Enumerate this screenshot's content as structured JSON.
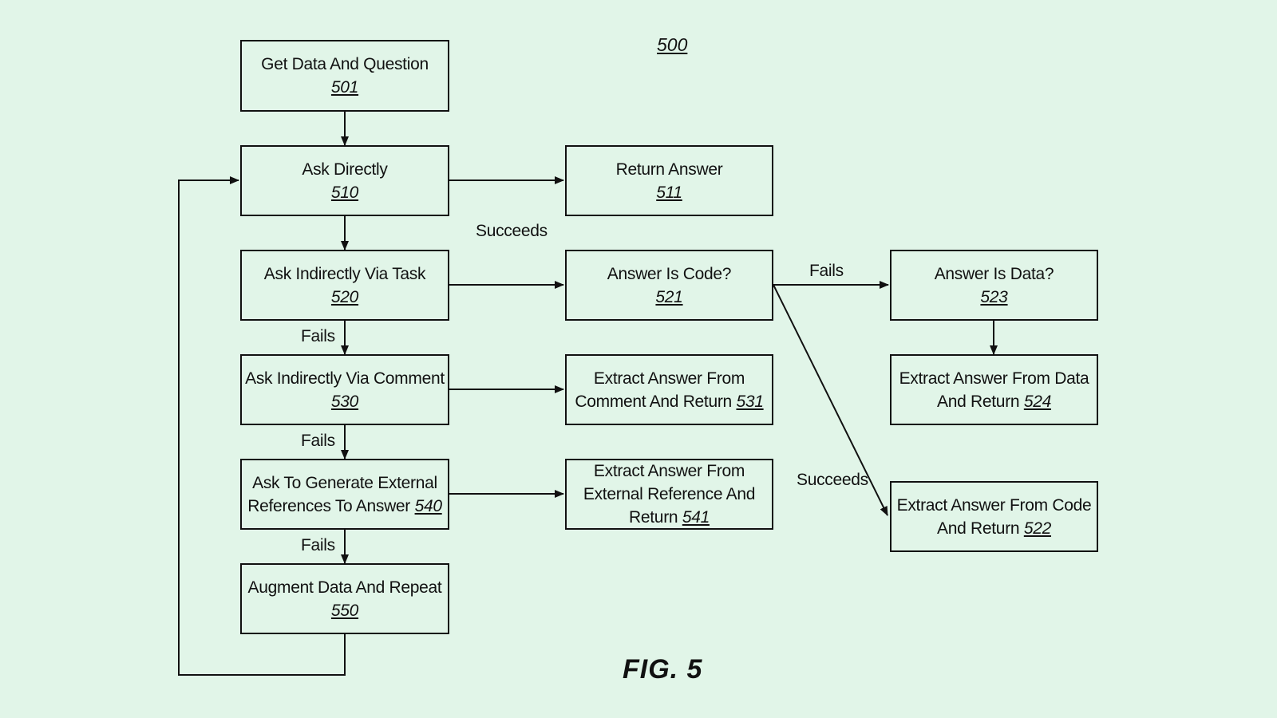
{
  "figure": {
    "number": "500",
    "caption": "FIG. 5"
  },
  "boxes": {
    "b501": {
      "line1": "Get Data And Question",
      "ref": "501"
    },
    "b510": {
      "line1": "Ask Directly",
      "ref": "510"
    },
    "b511": {
      "line1": "Return Answer",
      "ref": "511"
    },
    "b520": {
      "line1": "Ask Indirectly Via Task",
      "ref": "520"
    },
    "b521": {
      "line1": "Answer Is Code?",
      "ref": "521"
    },
    "b523": {
      "line1": "Answer Is Data?",
      "ref": "523"
    },
    "b530": {
      "line1": "Ask Indirectly Via Comment",
      "ref": "530"
    },
    "b531": {
      "line1": "Extract Answer From",
      "line2": "Comment And Return",
      "ref": "531"
    },
    "b524": {
      "line1": "Extract Answer From Data",
      "line2": "And Return",
      "ref": "524"
    },
    "b540": {
      "line1": "Ask To Generate External",
      "line2": "References To Answer",
      "ref": "540"
    },
    "b541": {
      "line1": "Extract Answer From",
      "line2": "External Reference And",
      "line3": "Return",
      "ref": "541"
    },
    "b522": {
      "line1": "Extract Answer From Code",
      "line2": "And Return",
      "ref": "522"
    },
    "b550": {
      "line1": "Augment Data And Repeat",
      "ref": "550"
    }
  },
  "labels": {
    "succeeds_top": "Succeeds",
    "fails_520": "Fails",
    "fails_530": "Fails",
    "fails_540": "Fails",
    "fails_521": "Fails",
    "succeeds_521": "Succeeds"
  }
}
